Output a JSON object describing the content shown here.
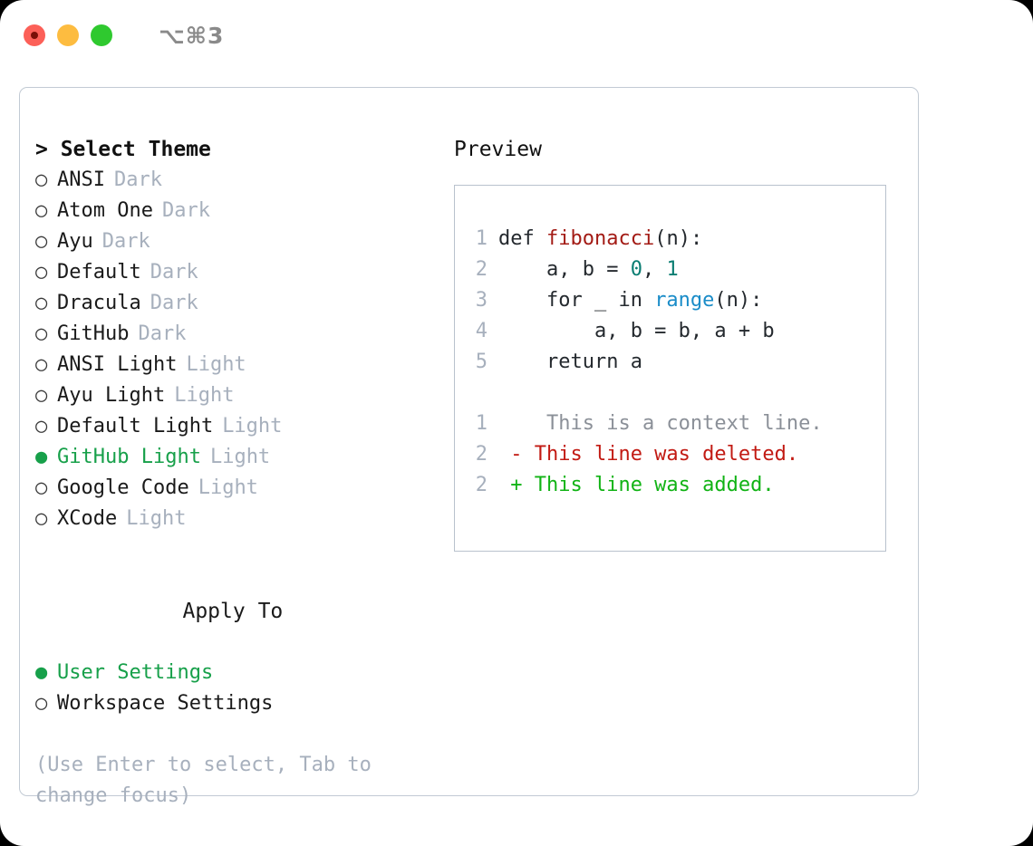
{
  "window": {
    "shortcut": "⌥⌘3",
    "traffic_lights": [
      {
        "name": "close",
        "color": "#fc6058"
      },
      {
        "name": "minimize",
        "color": "#fdbc40"
      },
      {
        "name": "maximize",
        "color": "#2fc92f"
      }
    ]
  },
  "colors": {
    "accent_green": "#17a04a",
    "muted": "#a7b0bd",
    "border": "#c2cad4",
    "code_border": "#b9c2cd",
    "fn_red": "#a31b15",
    "call_blue": "#1a8cc8",
    "num_teal": "#0a7d72",
    "diff_add": "#11b315",
    "diff_del": "#c21a13",
    "diff_ctx": "#8b9098"
  },
  "theme_section": {
    "header": "> Select Theme",
    "focused": true,
    "items": [
      {
        "name": "ANSI",
        "suffix": "Dark",
        "selected": false,
        "marker": "○"
      },
      {
        "name": "Atom One",
        "suffix": "Dark",
        "selected": false,
        "marker": "○"
      },
      {
        "name": "Ayu",
        "suffix": "Dark",
        "selected": false,
        "marker": "○"
      },
      {
        "name": "Default",
        "suffix": "Dark",
        "selected": false,
        "marker": "○"
      },
      {
        "name": "Dracula",
        "suffix": "Dark",
        "selected": false,
        "marker": "○"
      },
      {
        "name": "GitHub",
        "suffix": "Dark",
        "selected": false,
        "marker": "○"
      },
      {
        "name": "ANSI Light",
        "suffix": "Light",
        "selected": false,
        "marker": "○"
      },
      {
        "name": "Ayu Light",
        "suffix": "Light",
        "selected": false,
        "marker": "○"
      },
      {
        "name": "Default Light",
        "suffix": "Light",
        "selected": false,
        "marker": "○"
      },
      {
        "name": "GitHub Light",
        "suffix": "Light",
        "selected": true,
        "marker": "●"
      },
      {
        "name": "Google Code",
        "suffix": "Light",
        "selected": false,
        "marker": "○"
      },
      {
        "name": "XCode",
        "suffix": "Light",
        "selected": false,
        "marker": "○"
      }
    ]
  },
  "apply_section": {
    "header": "Apply To",
    "focused": false,
    "items": [
      {
        "name": "User Settings",
        "selected": true,
        "marker": "●"
      },
      {
        "name": "Workspace Settings",
        "selected": false,
        "marker": "○"
      }
    ]
  },
  "hint": "(Use Enter to select, Tab to change focus)",
  "preview": {
    "title": "Preview",
    "code_lines": [
      {
        "no": "1",
        "tokens": [
          {
            "t": "def ",
            "c": "plain"
          },
          {
            "t": "fibonacci",
            "c": "fn"
          },
          {
            "t": "(n):",
            "c": "plain"
          }
        ]
      },
      {
        "no": "2",
        "tokens": [
          {
            "t": "    a, b = ",
            "c": "plain"
          },
          {
            "t": "0",
            "c": "num"
          },
          {
            "t": ", ",
            "c": "plain"
          },
          {
            "t": "1",
            "c": "num"
          }
        ]
      },
      {
        "no": "3",
        "tokens": [
          {
            "t": "    for _ in ",
            "c": "plain"
          },
          {
            "t": "range",
            "c": "call"
          },
          {
            "t": "(n):",
            "c": "plain"
          }
        ]
      },
      {
        "no": "4",
        "tokens": [
          {
            "t": "        a, b = b, a + b",
            "c": "plain"
          }
        ]
      },
      {
        "no": "5",
        "tokens": [
          {
            "t": "    return a",
            "c": "plain"
          }
        ]
      }
    ],
    "diff_lines": [
      {
        "no": "1",
        "marker": " ",
        "text": "  This is a context line.",
        "kind": "ctx"
      },
      {
        "no": "2",
        "marker": "-",
        "text": " This line was deleted.",
        "kind": "del"
      },
      {
        "no": "2",
        "marker": "+",
        "text": " This line was added.",
        "kind": "add"
      }
    ]
  }
}
